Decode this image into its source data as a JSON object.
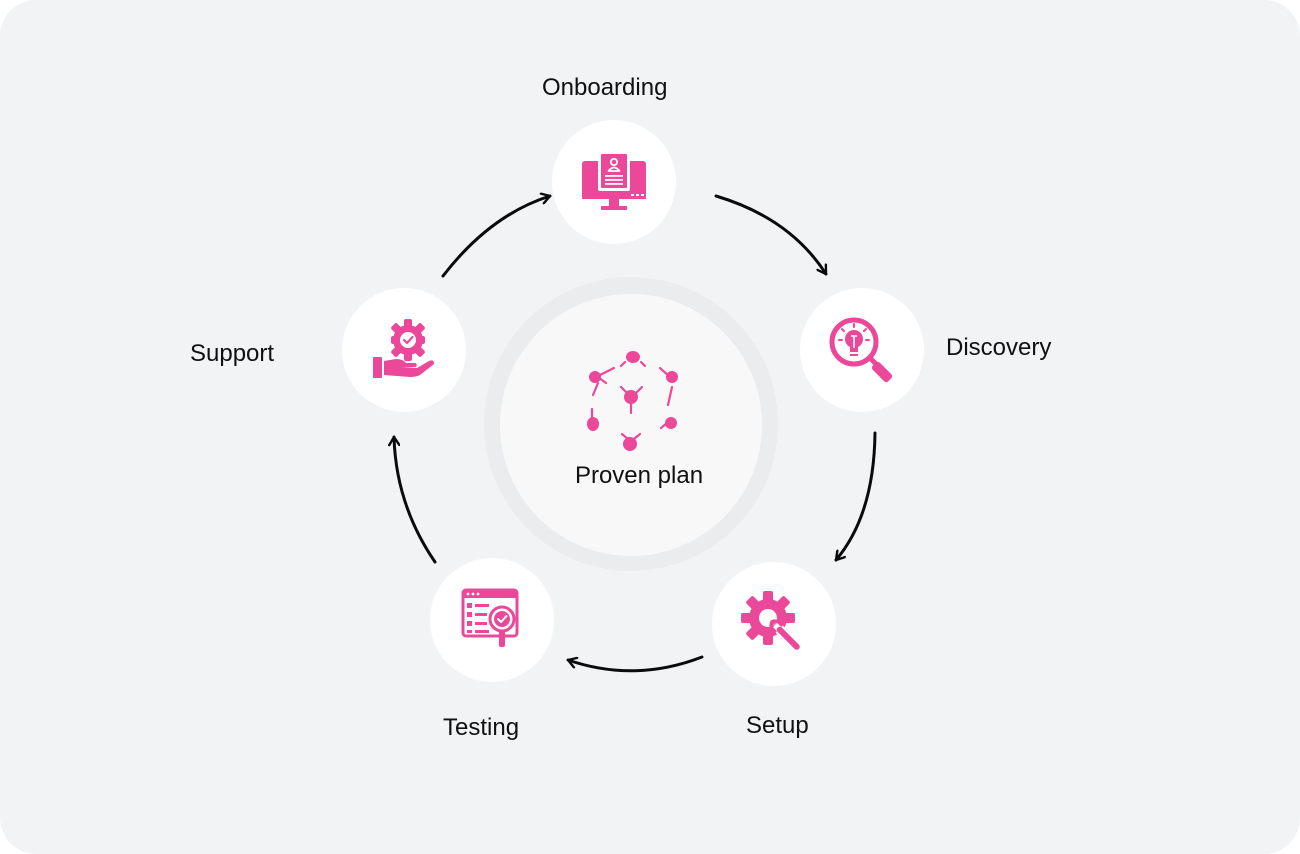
{
  "diagram": {
    "accent_color": "#ec4899",
    "center": {
      "label": "Proven plan",
      "icon": "network-nodes-icon"
    },
    "steps": [
      {
        "label": "Onboarding",
        "icon": "computer-profile-icon"
      },
      {
        "label": "Discovery",
        "icon": "magnifier-lightbulb-icon"
      },
      {
        "label": "Setup",
        "icon": "gear-wrench-icon"
      },
      {
        "label": "Testing",
        "icon": "checklist-magnifier-icon"
      },
      {
        "label": "Support",
        "icon": "hand-gear-icon"
      }
    ]
  }
}
